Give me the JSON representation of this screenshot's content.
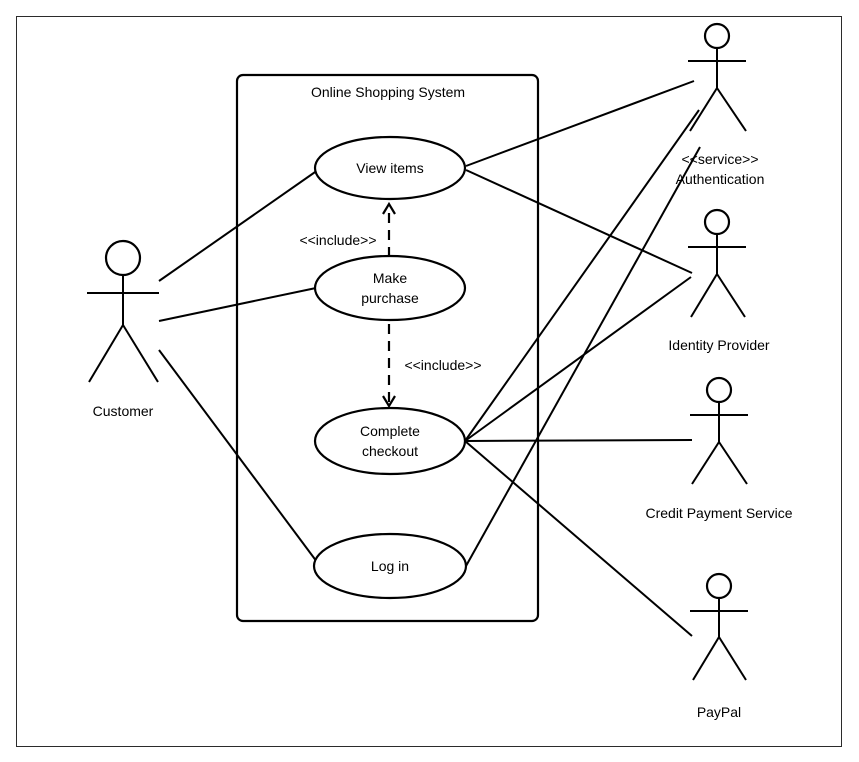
{
  "system": {
    "title": "Online Shopping System"
  },
  "use_cases": {
    "view_items": "View items",
    "make_purchase_1": "Make",
    "make_purchase_2": "purchase",
    "complete_checkout_1": "Complete",
    "complete_checkout_2": "checkout",
    "log_in": "Log in"
  },
  "actors": {
    "customer": "Customer",
    "authentication_stereotype": "<<service>>",
    "authentication": "Authentication",
    "identity_provider": "Identity Provider",
    "credit_payment": "Credit Payment Service",
    "paypal": "PayPal"
  },
  "relations": {
    "include_1": "<<include>>",
    "include_2": "<<include>>"
  }
}
